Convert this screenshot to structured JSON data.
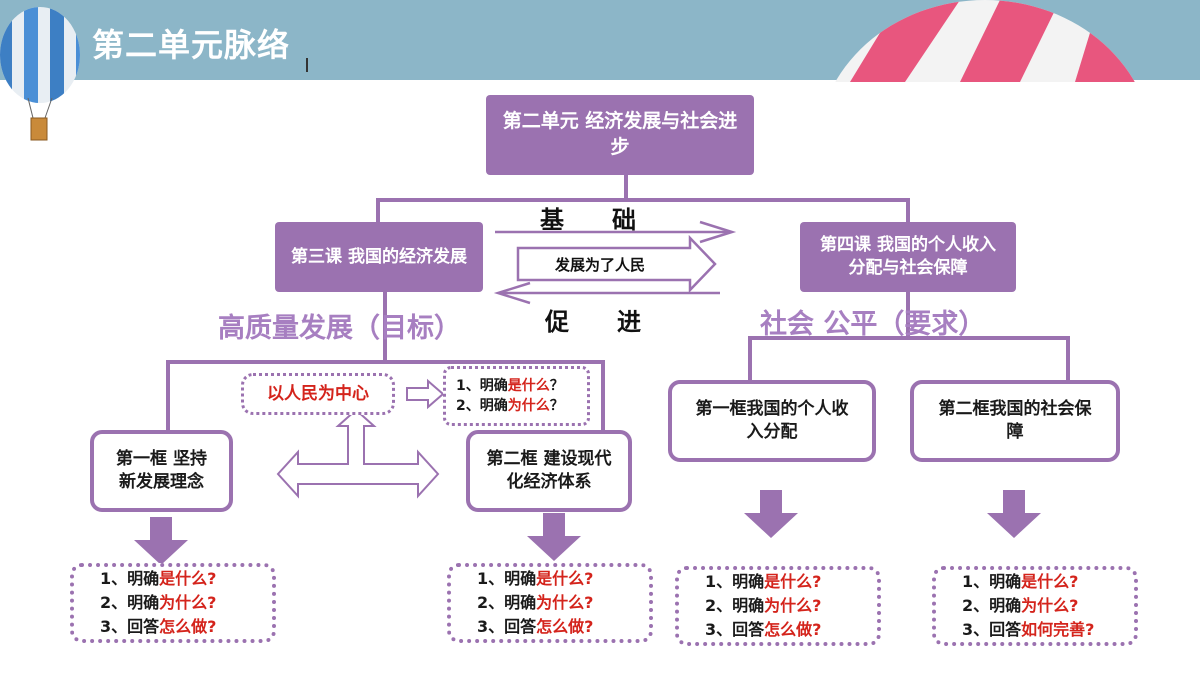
{
  "slide_title": "第二单元脉络",
  "unit": "第二单元 经济发展与社会进步",
  "lesson3": "第三课 我国的经济发展",
  "lesson4": "第四课 我国的个人收入分配与社会保障",
  "arrow_top": "基　　础",
  "arrow_mid": "发展为了人民",
  "arrow_bottom": "促　　进",
  "left_goal": {
    "main": "高质量发展",
    "paren": "（目标）"
  },
  "right_goal": {
    "main": "社会 公平",
    "paren": "（要求）"
  },
  "center_idea": "以人民为中心",
  "center_q": {
    "q1a": "1、明确",
    "q1b": "是什么",
    "q1c": "？",
    "q2a": "2、明确",
    "q2b": "为什么",
    "q2c": "？"
  },
  "frames": {
    "f1": "第一框 坚持新发展理念",
    "f2": "第二框 建设现代化经济体系",
    "f3": "第一框我国的个人收入分配",
    "f4": "第二框我国的社会保障"
  },
  "questions": {
    "a1": "1、明确",
    "b1": "是什么?",
    "a2": "2、明确",
    "b2": "为什么?",
    "a3": "3、回答",
    "b3": "怎么做?",
    "b3_alt": "如何完善?"
  },
  "colors": {
    "purple": "#9b72b0",
    "header": "#8cb6c8",
    "red": "#d4241c",
    "label_purple": "#a77fc1"
  }
}
